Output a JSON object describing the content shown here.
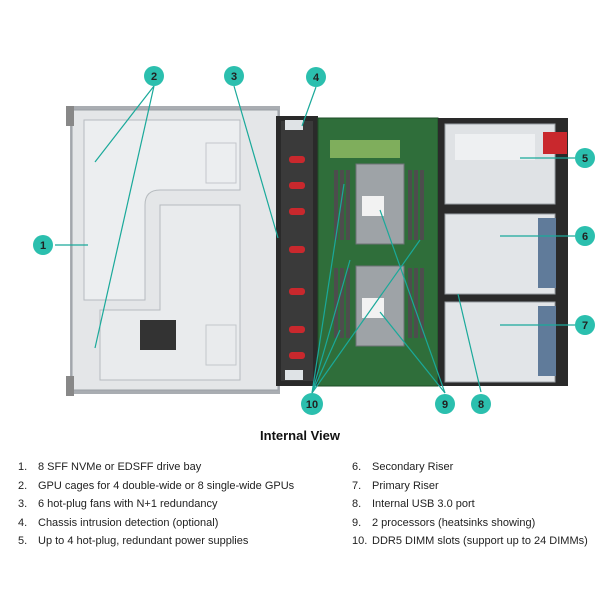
{
  "caption": "Internal View",
  "callouts": [
    "1",
    "2",
    "3",
    "4",
    "5",
    "6",
    "7",
    "8",
    "9",
    "10"
  ],
  "legend_left": [
    {
      "num": "1.",
      "text": "8 SFF NVMe or EDSFF drive bay"
    },
    {
      "num": "2.",
      "text": "GPU cages for 4 double-wide or 8 single-wide GPUs"
    },
    {
      "num": "3.",
      "text": "6 hot-plug fans with N+1 redundancy"
    },
    {
      "num": "4.",
      "text": "Chassis intrusion detection (optional)"
    },
    {
      "num": "5.",
      "text": "Up to 4 hot-plug, redundant power supplies"
    }
  ],
  "legend_right": [
    {
      "num": "6.",
      "text": "Secondary Riser"
    },
    {
      "num": "7.",
      "text": "Primary Riser"
    },
    {
      "num": "8.",
      "text": "Internal USB 3.0 port"
    },
    {
      "num": "9.",
      "text": "2 processors (heatsinks showing)"
    },
    {
      "num": "10.",
      "text": "DDR5 DIMM slots (support up to 24 DIMMs)"
    }
  ],
  "colors": {
    "callout": "#2bbfae",
    "leader": "#1aa99a",
    "chassis": "#e6e8ea",
    "board": "#2f6e3a"
  }
}
